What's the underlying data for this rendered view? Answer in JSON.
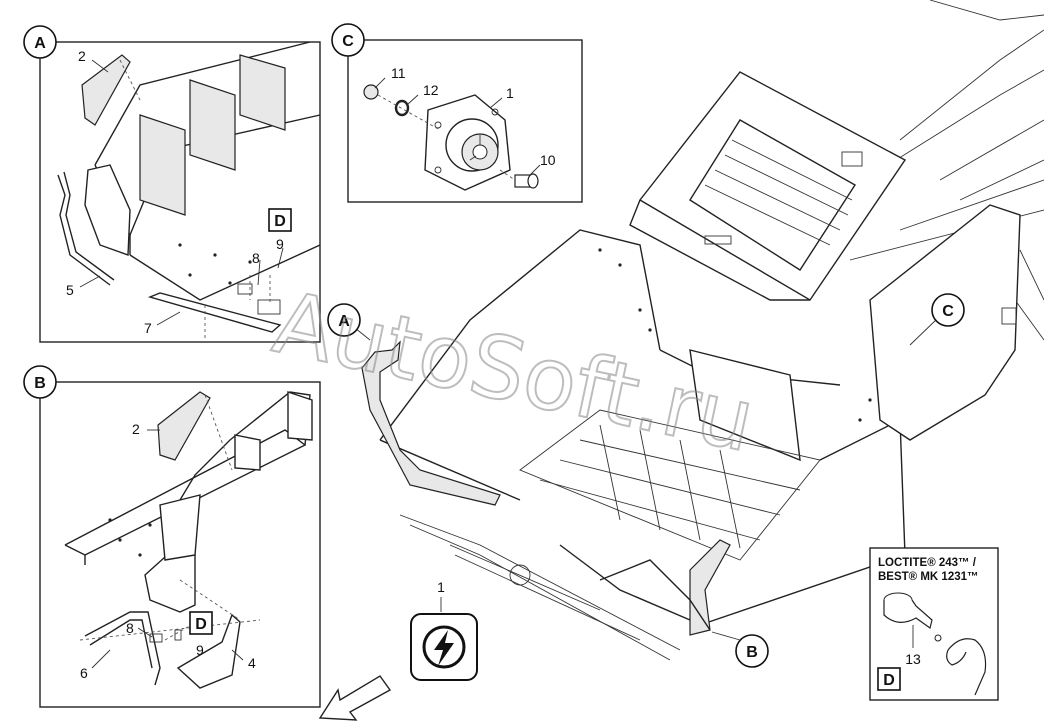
{
  "callouts": {
    "a": "A",
    "b": "B",
    "c": "C",
    "d": "D",
    "main_a": "A",
    "main_b": "B",
    "main_c": "C"
  },
  "part_numbers": {
    "a_2": "2",
    "a_5": "5",
    "a_7": "7",
    "a_8": "8",
    "a_9": "9",
    "a_d": "D",
    "b_2": "2",
    "b_6": "6",
    "b_8": "8",
    "b_9": "9",
    "b_4": "4",
    "b_d": "D",
    "c_11": "11",
    "c_12": "12",
    "c_1": "1",
    "c_10": "10",
    "main_1": "1",
    "loctite_13": "13",
    "loctite_d": "D"
  },
  "loctite": {
    "line1": "LOCTITE® 243™ /",
    "line2": "BEST® MK 1231™"
  },
  "watermark": "AutoSoft.ru",
  "icons": [
    "lightning-icon",
    "arrow-icon",
    "adhesive-bottle-icon"
  ]
}
